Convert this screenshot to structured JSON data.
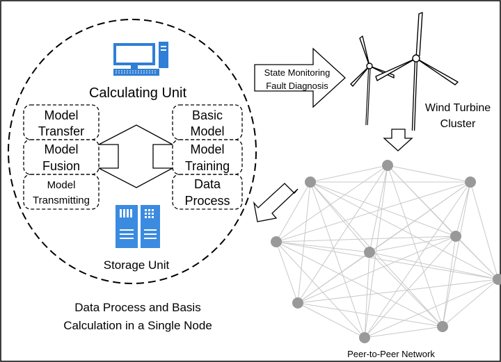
{
  "node": {
    "calculating_unit": "Calculating Unit",
    "storage_unit": "Storage Unit",
    "left_boxes": [
      {
        "line1": "Model",
        "line2": "Transfer"
      },
      {
        "line1": "Model",
        "line2": "Fusion"
      },
      {
        "line1": "Model",
        "line2": "Transmitting"
      }
    ],
    "right_boxes": [
      {
        "line1": "Basic",
        "line2": "Model"
      },
      {
        "line1": "Model",
        "line2": "Training"
      },
      {
        "line1": "Data",
        "line2": "Process"
      }
    ],
    "caption_line1": "Data Process and Basis",
    "caption_line2": "Calculation in a  Single Node"
  },
  "arrow_label": {
    "line1": "State Monitoring",
    "line2": "Fault Diagnosis"
  },
  "turbine": {
    "line1": "Wind Turbine",
    "line2": "Cluster"
  },
  "network": {
    "label": "Peer-to-Peer Network"
  },
  "colors": {
    "node_fill": "#999999",
    "edge": "#c8c8c8",
    "computer_blue": "#2f7fd6",
    "server_blue": "#3b8be0"
  },
  "icons": [
    "computer-icon",
    "server-icon",
    "wind-turbine-icon"
  ]
}
